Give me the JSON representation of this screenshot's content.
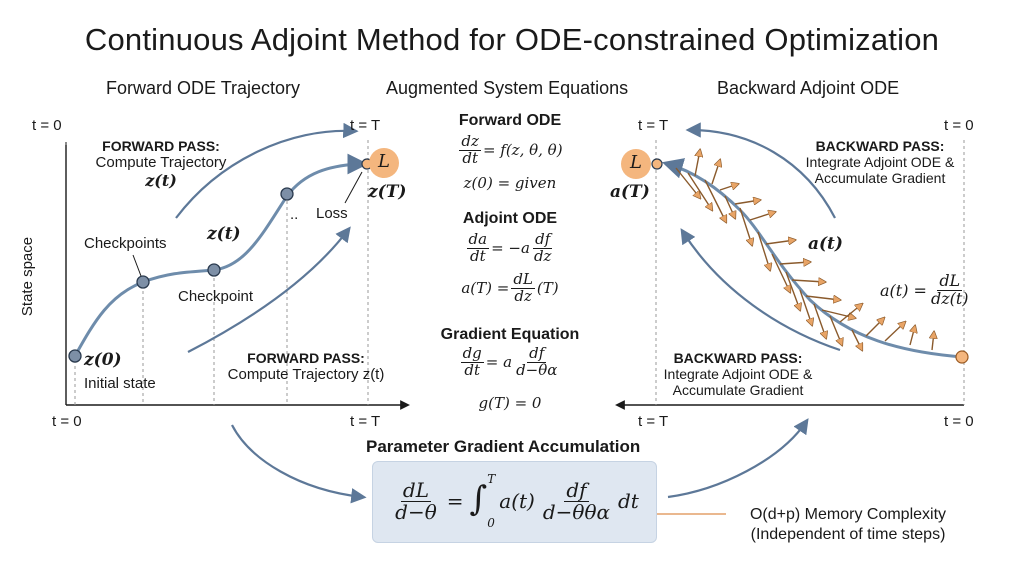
{
  "title": "Continuous Adjoint Method for ODE-constrained Optimization",
  "headers": {
    "forward": "Forward ODE Trajectory",
    "augmented": "Augmented System Equations",
    "backward": "Backward Adjoint ODE",
    "param_grad": "Parameter Gradient Accumulation"
  },
  "forward_panel": {
    "y_axis_label": "State space",
    "t0_top": "t = 0",
    "tT_top": "t = T",
    "t0_bottom": "t = 0",
    "tT_bottom": "t = T",
    "forward_pass_title_1": "FORWARD PASS:",
    "forward_pass_sub_1": "Compute Trajectory",
    "forward_pass_math_1": "z(t)",
    "forward_pass_title_2": "FORWARD PASS:",
    "forward_pass_sub_2": "Compute Trajectory z(t)",
    "checkpoints": "Checkpoints",
    "checkpoint": "Checkpoint",
    "z_t": "z(t)",
    "z_0": "z(0)",
    "initial_state": "Initial state",
    "loss": "Loss",
    "L": "L",
    "z_T": "z(T)",
    "ellipsis": ".."
  },
  "equations": {
    "forward_ode_title": "Forward ODE",
    "adjoint_ode_title": "Adjoint ODE",
    "gradient_eq_title": "Gradient Equation",
    "fwd_num": "dz",
    "fwd_den": "dt",
    "fwd_rhs": "= f(z, θ, θ)",
    "fwd_init": "z(0) = given",
    "adj_num": "da",
    "adj_den": "dt",
    "adj_eq": "= −a",
    "adj_num2": "df",
    "adj_den2": "dz",
    "adj_init_lhs": "a(T) =",
    "adj_init_num": "dL",
    "adj_init_den": "dz",
    "adj_init_tail": "(T)",
    "grad_num": "dg",
    "grad_den": "dt",
    "grad_eq": "= a",
    "grad_num2": "df",
    "grad_den2": "d−θα",
    "grad_init": "g(T) = 0"
  },
  "backward_panel": {
    "tT_top": "t = T",
    "t0_top": "t = 0",
    "tT_bottom": "t = T",
    "t0_bottom": "t = 0",
    "backward_pass_title_1": "BACKWARD PASS:",
    "backward_pass_sub_1a": "Integrate Adjoint ODE &",
    "backward_pass_sub_1b": "Accumulate Gradient",
    "backward_pass_title_2": "BACKWARD PASS:",
    "backward_pass_sub_2a": "Integrate Adjoint ODE &",
    "backward_pass_sub_2b": "Accumulate Gradient",
    "L": "L",
    "a_T": "a(T)",
    "a_t": "a(t)",
    "a_t_eq": "a(t) =",
    "a_t_num": "dL",
    "a_t_den": "dz(t)"
  },
  "param_formula": {
    "lhs_num": "dL",
    "lhs_den": "d−θ",
    "eq": "=",
    "upper": "T",
    "lower": "0",
    "integrand": "a(t)",
    "df_num": "df",
    "df_den": "d−θθα",
    "dt": "dt"
  },
  "memory": {
    "line1": "O(d+p) Memory Complexity",
    "line2": "(Independent of time steps)"
  },
  "colors": {
    "curve": "#6e8cab",
    "node_fill": "#7d8fa6",
    "orange": "#f4b67e",
    "orange_stroke": "#d98a3d",
    "box": "#dfe7f1"
  }
}
